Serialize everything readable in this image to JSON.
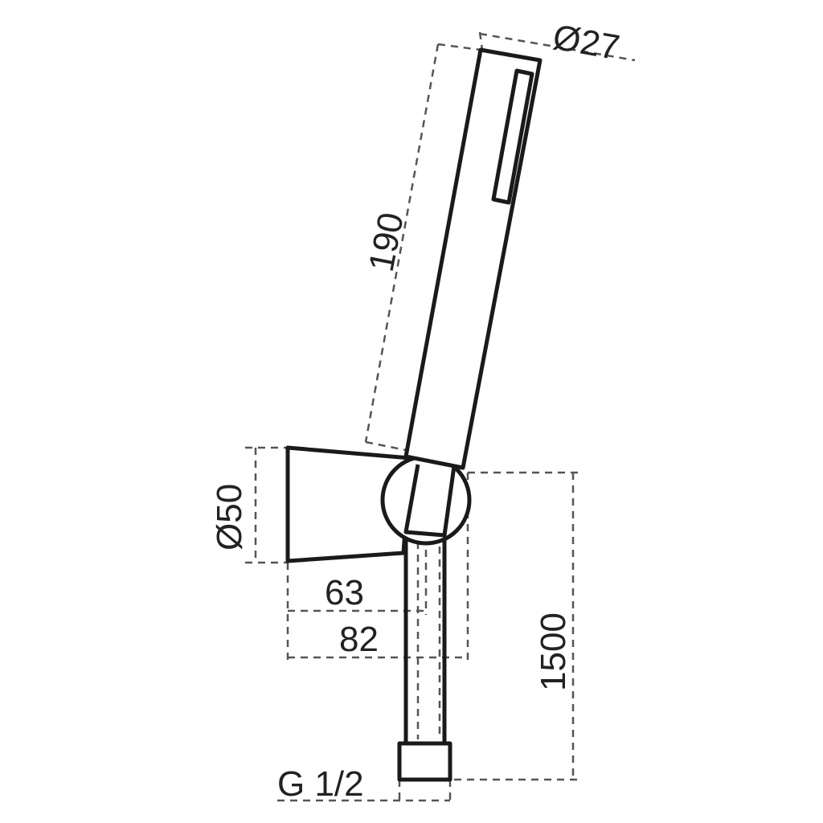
{
  "dimensions": {
    "handset_diameter": "Ø27",
    "handset_length": "190",
    "holder_diameter": "Ø50",
    "projection_inner": "63",
    "projection_outer": "82",
    "hose_length": "1500",
    "connection_thread": "G 1/2"
  },
  "colors": {
    "line": "#1a1a1a",
    "dimension_line": "#555555",
    "text": "#222222",
    "background": "#ffffff"
  }
}
